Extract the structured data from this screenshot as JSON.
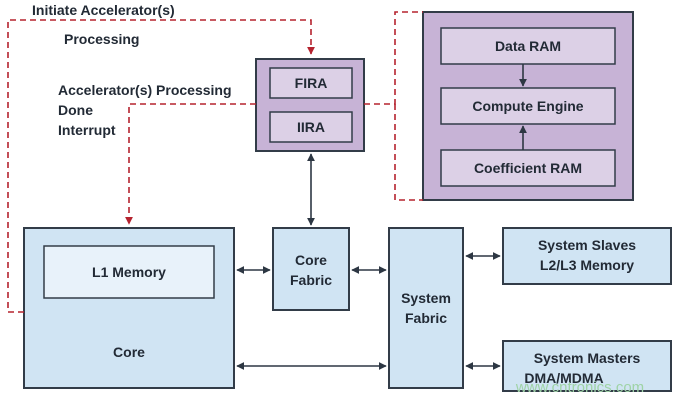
{
  "labels": {
    "initiate_line1": "Initiate Accelerator(s)",
    "initiate_line2": "Processing",
    "done_line1": "Accelerator(s) Processing",
    "done_line2": "Done",
    "done_line3": "Interrupt"
  },
  "blocks": {
    "fira": "FIRA",
    "iira": "IIRA",
    "data_ram": "Data RAM",
    "compute_engine": "Compute Engine",
    "coefficient_ram": "Coefficient RAM",
    "l1_memory": "L1 Memory",
    "core": "Core",
    "core_fabric_line1": "Core",
    "core_fabric_line2": "Fabric",
    "system_fabric_line1": "System",
    "system_fabric_line2": "Fabric",
    "system_slaves_line1": "System Slaves",
    "system_slaves_line2": "L2/L3 Memory",
    "system_masters_line1": "System Masters",
    "system_masters_line2": "DMA/MDMA"
  },
  "watermark": "www.cntronics.com",
  "colors": {
    "purple_fill": "#c7b3d6",
    "purple_inner": "#dcd0e6",
    "blue_fill": "#d0e4f3",
    "blue_inner": "#e8f2fa",
    "border": "#323c48",
    "dashed_line": "#b5232f",
    "arrow": "#2d3743"
  }
}
